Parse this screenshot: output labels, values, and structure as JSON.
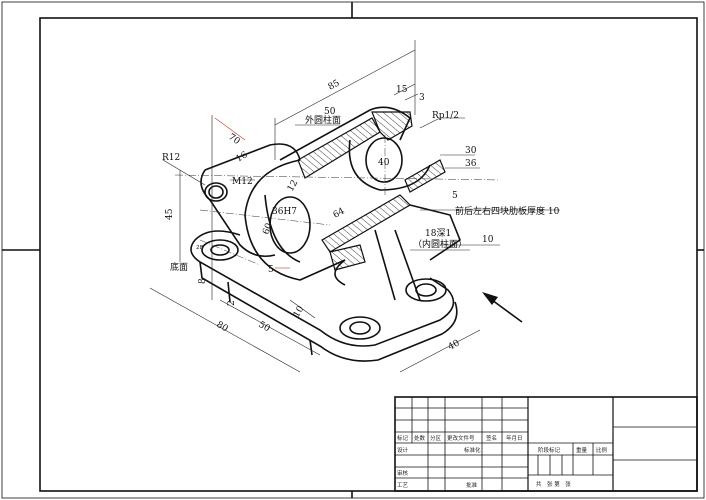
{
  "dimensions": {
    "d85": "85",
    "d15": "15",
    "d3": "3",
    "rp": "Rp1/2",
    "d50": "50",
    "outer_cyl": "外圆柱面",
    "d70": "70",
    "d16": "16",
    "r12": "R12",
    "m12": "M12",
    "d45": "45",
    "d12": "12",
    "h7": "36H7",
    "d64": "64",
    "d40a": "40",
    "d60": "60",
    "d30": "30",
    "d36": "36",
    "d5a": "5",
    "rib": "前后左右四块肋板厚度 10",
    "depth": "18深1",
    "inner_cyl": "（内圆柱面）",
    "d10a": "10",
    "bottom": "底面",
    "d28": "28",
    "d8": "8",
    "d2": "2",
    "d5b": "5",
    "d80": "80",
    "d50b": "50",
    "d10b": "10",
    "d40b": "40"
  },
  "title_block": {
    "mark": "标记",
    "count": "处数",
    "zone": "分区",
    "change_doc": "更改文件号",
    "sign": "签名",
    "date": "年月日",
    "design": "设计",
    "standard": "标准化",
    "review": "审核",
    "process": "工艺",
    "approve": "批准",
    "stage": "阶段标记",
    "weight": "重量",
    "scale": "比例",
    "sheets": "共　张 第　张"
  }
}
